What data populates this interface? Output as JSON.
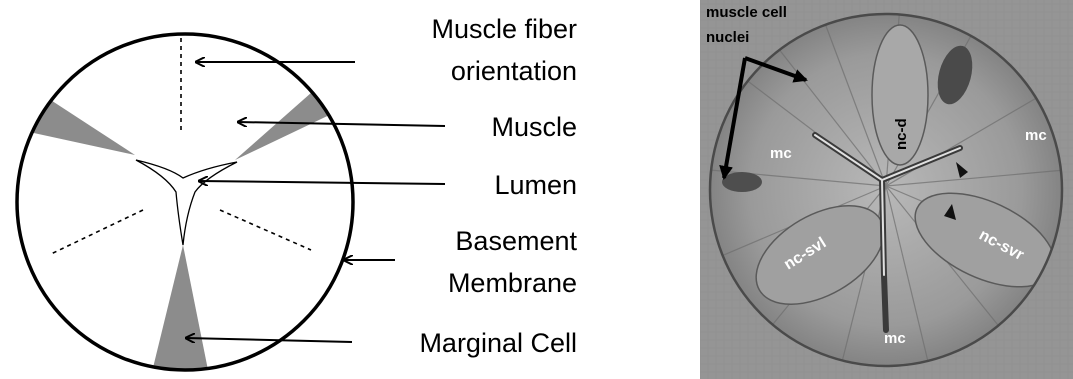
{
  "diagram": {
    "labels": {
      "fiber_orientation_line1": "Muscle fiber",
      "fiber_orientation_line2": "orientation",
      "muscle": "Muscle",
      "lumen": "Lumen",
      "basement_line1": "Basement",
      "basement_line2": "Membrane",
      "marginal_cell": "Marginal Cell"
    }
  },
  "micrograph": {
    "labels": {
      "nuclei_line1": "muscle cell",
      "nuclei_line2": "nuclei",
      "mc_top_left": "mc",
      "mc_top_right": "mc",
      "mc_bottom": "mc",
      "nc_d": "nc-d",
      "nc_svl": "nc-svl",
      "nc_svr": "nc-svr"
    }
  },
  "colors": {
    "marginal_cell_fill": "#8c8c8c",
    "outline": "#000000",
    "micrograph_base": "#8e8e8e"
  }
}
